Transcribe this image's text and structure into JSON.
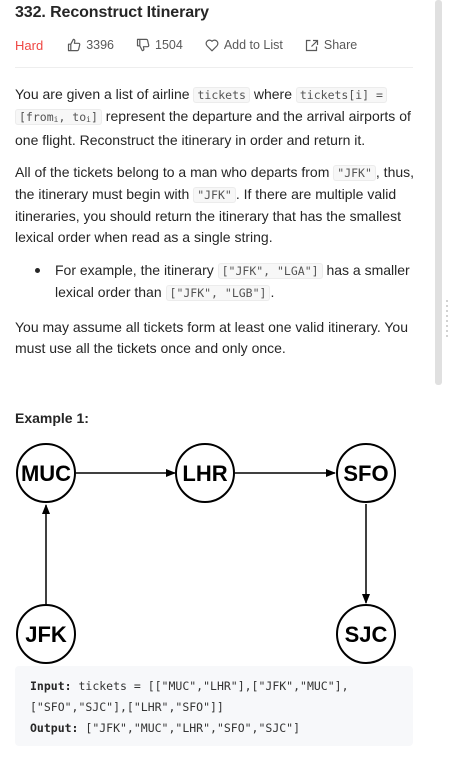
{
  "problem": {
    "title": "332. Reconstruct Itinerary",
    "difficulty": "Hard",
    "likes": "3396",
    "dislikes": "1504",
    "add_to_list": "Add to List",
    "share": "Share"
  },
  "description": {
    "p1_a": "You are given a list of airline ",
    "p1_code1": "tickets",
    "p1_b": " where ",
    "p1_code2": "tickets[i] =",
    "p1_code3a": "[from",
    "p1_code3sub1": "i",
    "p1_code3b": ", to",
    "p1_code3sub2": "i",
    "p1_code3c": "]",
    "p1_c": " represent the departure and the arrival airports of one flight. Reconstruct the itinerary in order and return it.",
    "p2_a": "All of the tickets belong to a man who departs from ",
    "p2_code1": "\"JFK\"",
    "p2_b": ", thus, the itinerary must begin with ",
    "p2_code2": "\"JFK\"",
    "p2_c": ". If there are multiple valid itineraries, you should return the itinerary that has the smallest lexical order when read as a single string.",
    "bullet_a": "For example, the itinerary ",
    "bullet_code1": "[\"JFK\", \"LGA\"]",
    "bullet_b": " has a smaller lexical order than ",
    "bullet_code2": "[\"JFK\", \"LGB\"]",
    "bullet_c": ".",
    "p3": "You may assume all tickets form at least one valid itinerary. You must use all the tickets once and only once."
  },
  "example": {
    "title": "Example 1:",
    "nodes": [
      "MUC",
      "LHR",
      "SFO",
      "JFK",
      "SJC"
    ],
    "input_label": "Input:",
    "input_line1": " tickets = [[\"MUC\",\"LHR\"],[\"JFK\",\"MUC\"],",
    "input_line2": "[\"SFO\",\"SJC\"],[\"LHR\",\"SFO\"]]",
    "output_label": "Output:",
    "output_value": " [\"JFK\",\"MUC\",\"LHR\",\"SFO\",\"SJC\"]"
  },
  "colors": {
    "hard": "#ef4743",
    "text": "#262626",
    "muted": "#595959",
    "code_bg": "#f7f8fa"
  }
}
